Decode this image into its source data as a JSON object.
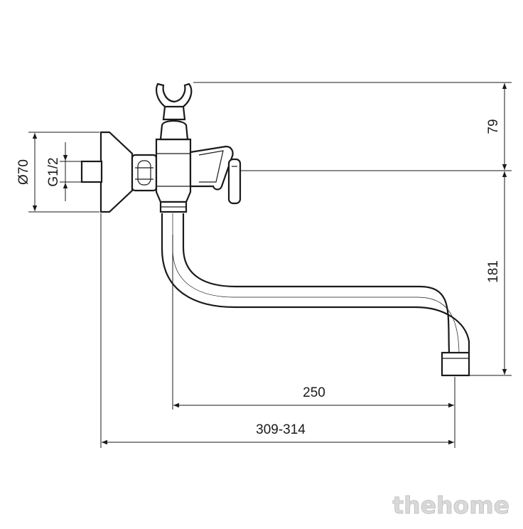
{
  "dimensions": {
    "rosette_diameter": "Ø70",
    "thread": "G1/2",
    "height_top": "79",
    "height_spout": "181",
    "spout_reach": "250",
    "total_reach": "309-314"
  },
  "watermark": "thehome"
}
